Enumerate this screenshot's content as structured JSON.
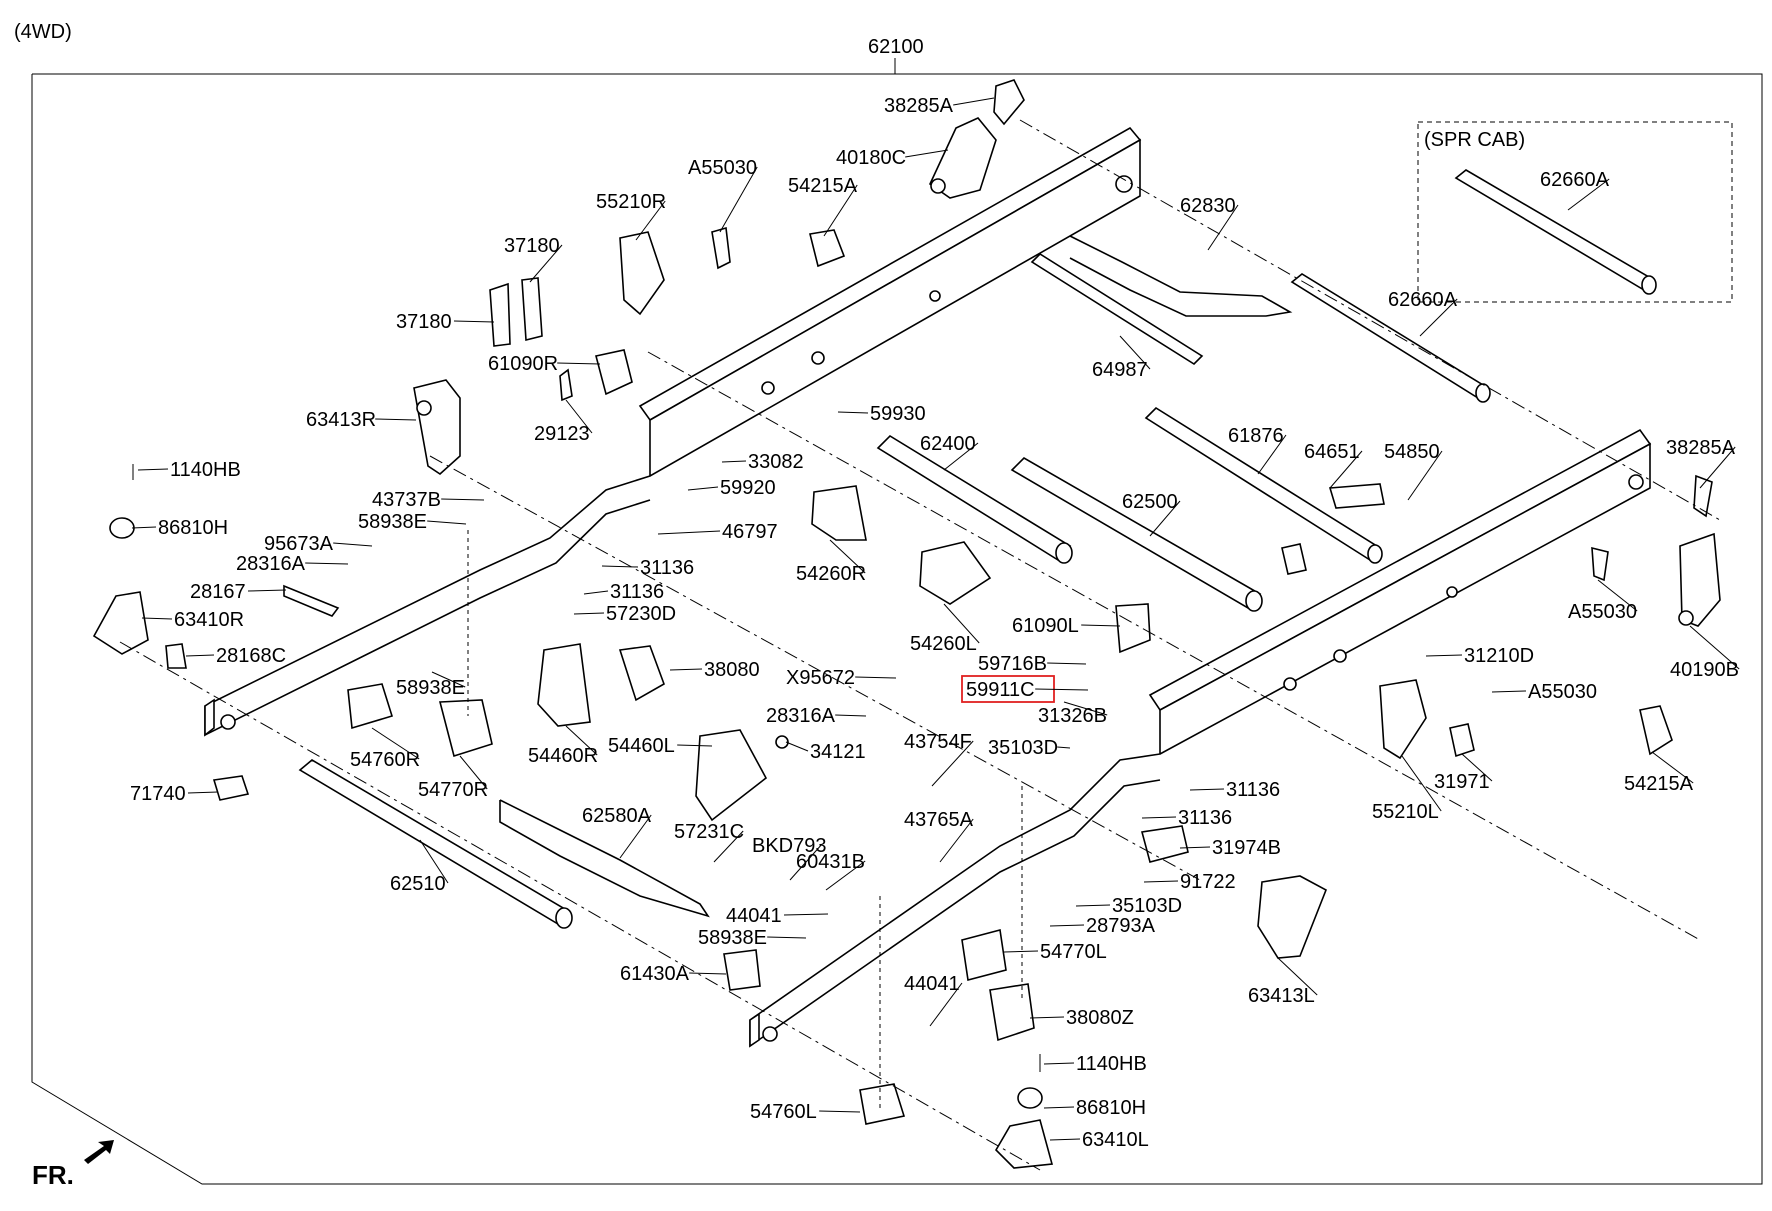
{
  "variant_label": "(4WD)",
  "assembly_number": "62100",
  "inset_label": "(SPR CAB)",
  "direction_label": "FR.",
  "highlight_color": "#e02020",
  "highlighted_part": "59911C",
  "callouts": [
    {
      "id": "38285A_top",
      "text": "38285A"
    },
    {
      "id": "40180C",
      "text": "40180C"
    },
    {
      "id": "A55030_top",
      "text": "A55030"
    },
    {
      "id": "55210R",
      "text": "55210R"
    },
    {
      "id": "54215A_top",
      "text": "54215A"
    },
    {
      "id": "37180_a",
      "text": "37180"
    },
    {
      "id": "37180_b",
      "text": "37180"
    },
    {
      "id": "61090R",
      "text": "61090R"
    },
    {
      "id": "29123",
      "text": "29123"
    },
    {
      "id": "63413R",
      "text": "63413R"
    },
    {
      "id": "62830",
      "text": "62830"
    },
    {
      "id": "62660A_inset",
      "text": "62660A"
    },
    {
      "id": "62660A_main",
      "text": "62660A"
    },
    {
      "id": "64987",
      "text": "64987"
    },
    {
      "id": "59930",
      "text": "59930"
    },
    {
      "id": "33082",
      "text": "33082"
    },
    {
      "id": "59920",
      "text": "59920"
    },
    {
      "id": "46797",
      "text": "46797"
    },
    {
      "id": "62400",
      "text": "62400"
    },
    {
      "id": "61876",
      "text": "61876"
    },
    {
      "id": "64651",
      "text": "64651"
    },
    {
      "id": "54850",
      "text": "54850"
    },
    {
      "id": "38285A_right",
      "text": "38285A"
    },
    {
      "id": "1140HB_l",
      "text": "1140HB"
    },
    {
      "id": "86810H_l",
      "text": "86810H"
    },
    {
      "id": "43737B",
      "text": "43737B"
    },
    {
      "id": "58938E_a",
      "text": "58938E"
    },
    {
      "id": "95673A",
      "text": "95673A"
    },
    {
      "id": "28316A_a",
      "text": "28316A"
    },
    {
      "id": "28167",
      "text": "28167"
    },
    {
      "id": "63410R",
      "text": "63410R"
    },
    {
      "id": "28168C",
      "text": "28168C"
    },
    {
      "id": "31136_a",
      "text": "31136"
    },
    {
      "id": "31136_b",
      "text": "31136"
    },
    {
      "id": "57230D",
      "text": "57230D"
    },
    {
      "id": "54260R",
      "text": "54260R"
    },
    {
      "id": "62500",
      "text": "62500"
    },
    {
      "id": "54260L",
      "text": "54260L"
    },
    {
      "id": "61090L",
      "text": "61090L"
    },
    {
      "id": "A55030_r1",
      "text": "A55030"
    },
    {
      "id": "40190B",
      "text": "40190B"
    },
    {
      "id": "38080",
      "text": "38080"
    },
    {
      "id": "58938E_b",
      "text": "58938E"
    },
    {
      "id": "X95672",
      "text": "X95672"
    },
    {
      "id": "59716B",
      "text": "59716B"
    },
    {
      "id": "59911C",
      "text": "59911C"
    },
    {
      "id": "31326B",
      "text": "31326B"
    },
    {
      "id": "31210D",
      "text": "31210D"
    },
    {
      "id": "A55030_r2",
      "text": "A55030"
    },
    {
      "id": "28316A_b",
      "text": "28316A"
    },
    {
      "id": "54760R",
      "text": "54760R"
    },
    {
      "id": "54770R",
      "text": "54770R"
    },
    {
      "id": "54460R",
      "text": "54460R"
    },
    {
      "id": "54460L",
      "text": "54460L"
    },
    {
      "id": "34121",
      "text": "34121"
    },
    {
      "id": "43754F",
      "text": "43754F"
    },
    {
      "id": "35103D_a",
      "text": "35103D"
    },
    {
      "id": "31971",
      "text": "31971"
    },
    {
      "id": "54215A_r",
      "text": "54215A"
    },
    {
      "id": "71740",
      "text": "71740"
    },
    {
      "id": "62580A",
      "text": "62580A"
    },
    {
      "id": "31136_c",
      "text": "31136"
    },
    {
      "id": "55210L",
      "text": "55210L"
    },
    {
      "id": "43765A",
      "text": "43765A"
    },
    {
      "id": "31136_d",
      "text": "31136"
    },
    {
      "id": "57231C",
      "text": "57231C"
    },
    {
      "id": "BKD793",
      "text": "BKD793"
    },
    {
      "id": "31974B",
      "text": "31974B"
    },
    {
      "id": "62510",
      "text": "62510"
    },
    {
      "id": "60431B",
      "text": "60431B"
    },
    {
      "id": "91722",
      "text": "91722"
    },
    {
      "id": "44041_a",
      "text": "44041"
    },
    {
      "id": "35103D_b",
      "text": "35103D"
    },
    {
      "id": "58938E_c",
      "text": "58938E"
    },
    {
      "id": "28793A",
      "text": "28793A"
    },
    {
      "id": "54770L",
      "text": "54770L"
    },
    {
      "id": "61430A",
      "text": "61430A"
    },
    {
      "id": "63413L",
      "text": "63413L"
    },
    {
      "id": "44041_b",
      "text": "44041"
    },
    {
      "id": "38080Z",
      "text": "38080Z"
    },
    {
      "id": "1140HB_r",
      "text": "1140HB"
    },
    {
      "id": "86810H_r",
      "text": "86810H"
    },
    {
      "id": "54760L",
      "text": "54760L"
    },
    {
      "id": "63410L",
      "text": "63410L"
    }
  ]
}
